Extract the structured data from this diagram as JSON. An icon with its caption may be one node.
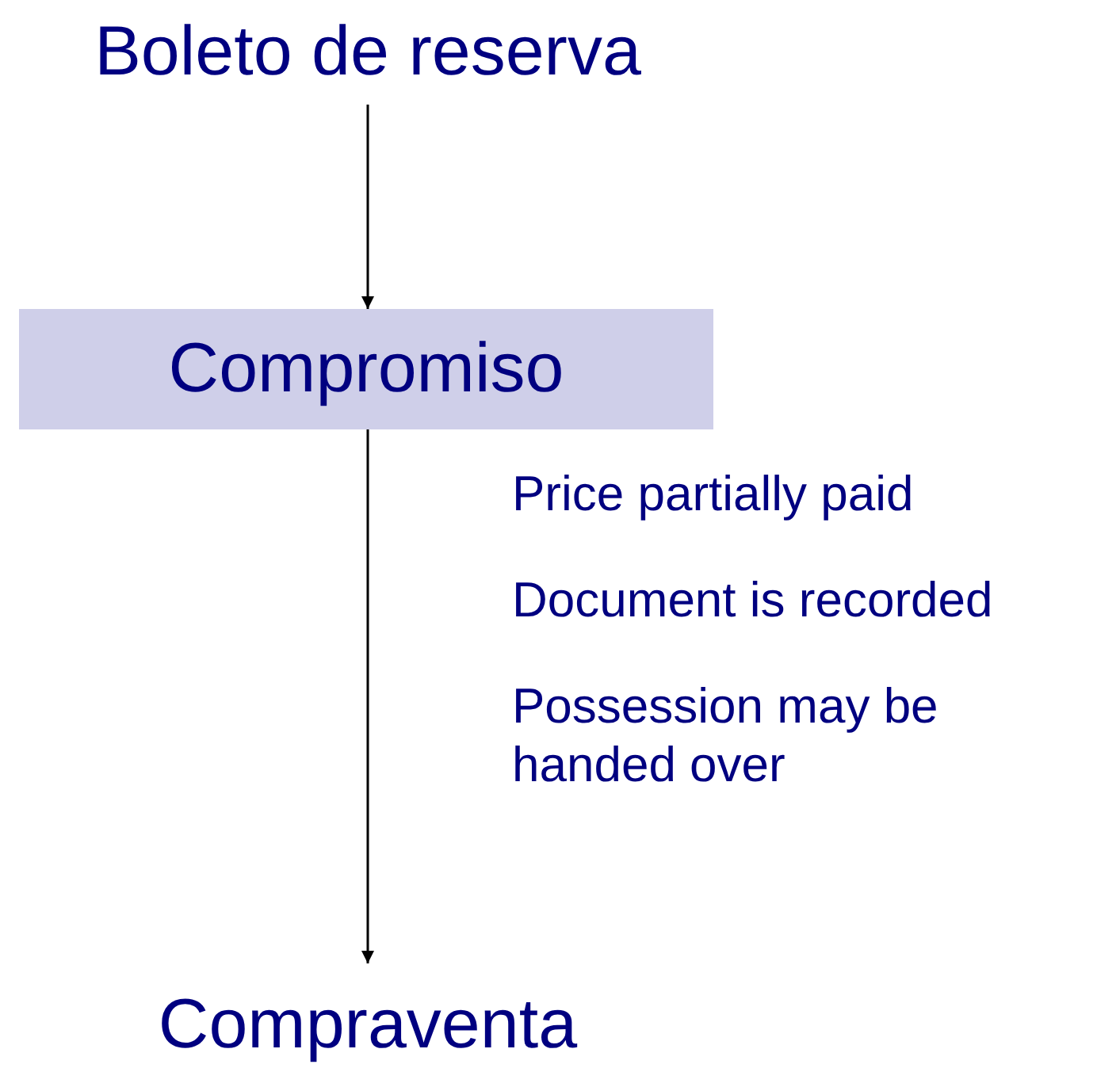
{
  "diagram": {
    "nodes": [
      {
        "text": [
          "Boleto de reserva"
        ]
      },
      {
        "text": [
          "Compromiso"
        ]
      },
      {
        "text": [
          "Compraventa"
        ]
      }
    ],
    "edges": [
      {
        "from": 0,
        "to": 1,
        "arrow": "to"
      },
      {
        "from": 1,
        "to": 2,
        "arrow": "to"
      }
    ],
    "labels": [
      "Price partially paid",
      "Document is recorded",
      "Possession may be handed over"
    ]
  }
}
